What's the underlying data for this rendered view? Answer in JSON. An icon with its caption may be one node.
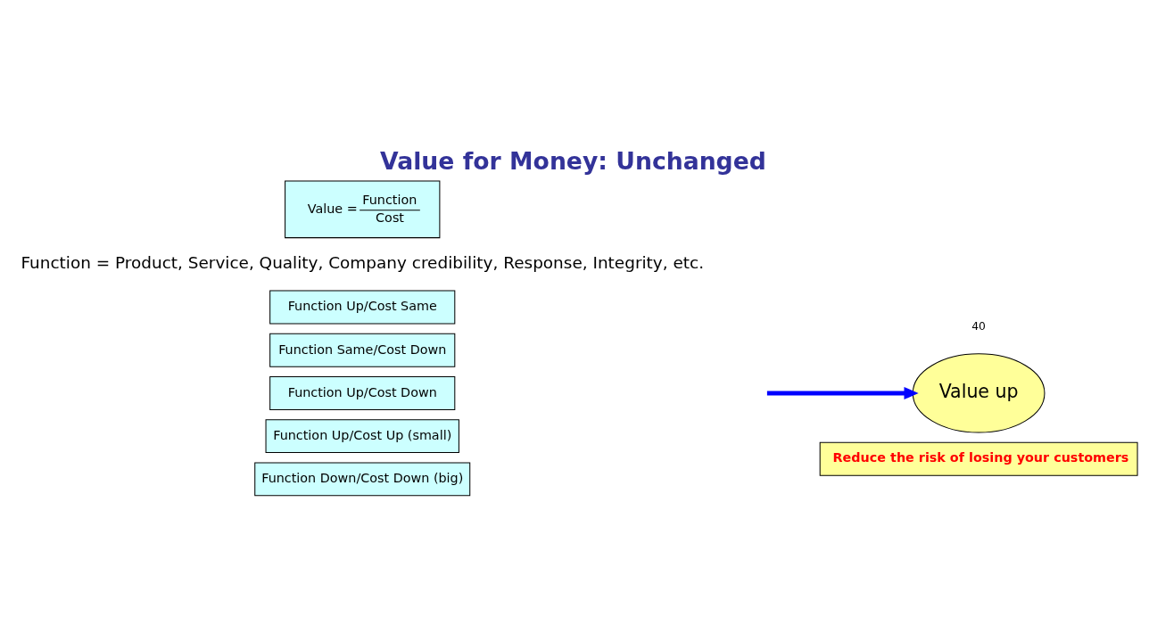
{
  "diagram": {
    "title": "Value for Money: Unchanged",
    "nodes": [
      {
        "text": [
          "Value =",
          "Function",
          "Cost"
        ]
      },
      {
        "text": [
          "Function Up/Cost Same"
        ]
      },
      {
        "text": [
          "Function Same/Cost Down"
        ]
      },
      {
        "text": [
          "Function Up/Cost Down"
        ]
      },
      {
        "text": [
          "Function Up/Cost Up (small)"
        ]
      },
      {
        "text": [
          "Function Down/Cost Down (big)"
        ]
      },
      {
        "text": [
          "Value up"
        ]
      },
      {
        "text": [
          "Reduce the risk of losing your customers"
        ]
      }
    ],
    "edges": [
      {
        "from": null,
        "to": 6,
        "arrow": "to",
        "color": "#0000ff"
      }
    ],
    "labels": [
      "Function = Product, Service, Quality, Company credibility, Response, Integrity, etc.",
      "40"
    ]
  }
}
